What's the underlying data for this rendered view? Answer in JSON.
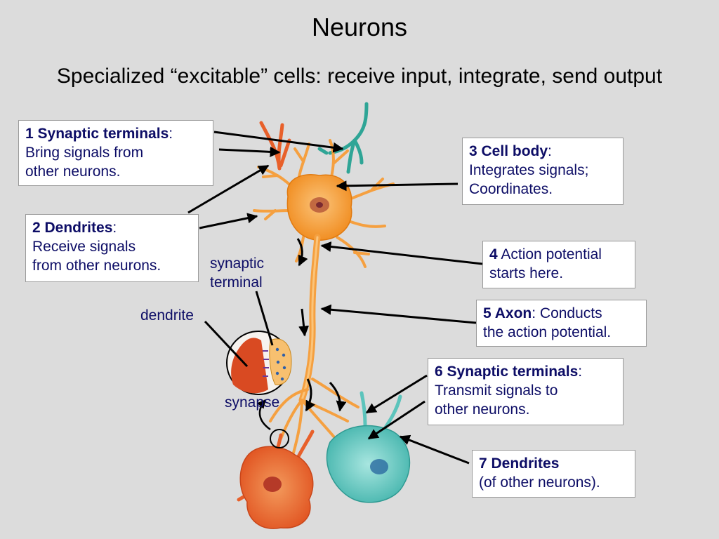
{
  "slide": {
    "title": "Neurons",
    "subtitle": "Specialized “excitable” cells: receive input, integrate, send output"
  },
  "callouts": {
    "c1": {
      "head": "1 Synaptic terminals",
      "tail": ":",
      "line2": "Bring signals from",
      "line3": "other neurons."
    },
    "c2": {
      "head": "2 Dendrites",
      "tail": ":",
      "line2": "Receive signals",
      "line3": "from other neurons."
    },
    "c3": {
      "head": "3 Cell body",
      "tail": ":",
      "line2": "Integrates signals;",
      "line3": "Coordinates."
    },
    "c4": {
      "head": "4",
      "tail": " Action potential",
      "line2": "starts here."
    },
    "c5": {
      "head": "5 Axon",
      "tail": ": Conducts",
      "line2": "the action potential."
    },
    "c6": {
      "head": "6 Synaptic terminals",
      "tail": ":",
      "line2": "Transmit signals to",
      "line3": "other neurons."
    },
    "c7": {
      "head": "7 Dendrites",
      "line2": "(of other neurons)."
    }
  },
  "labels": {
    "synaptic_terminal_1": "synaptic",
    "synaptic_terminal_2": "terminal",
    "dendrite": "dendrite",
    "synapse": "synapse"
  },
  "colors": {
    "background": "#dcdcdc",
    "neuron_orange": "#f5a040",
    "neuron_red": "#e8602a",
    "neuron_teal": "#5cc4bc",
    "label_text": "#0d0d66"
  }
}
